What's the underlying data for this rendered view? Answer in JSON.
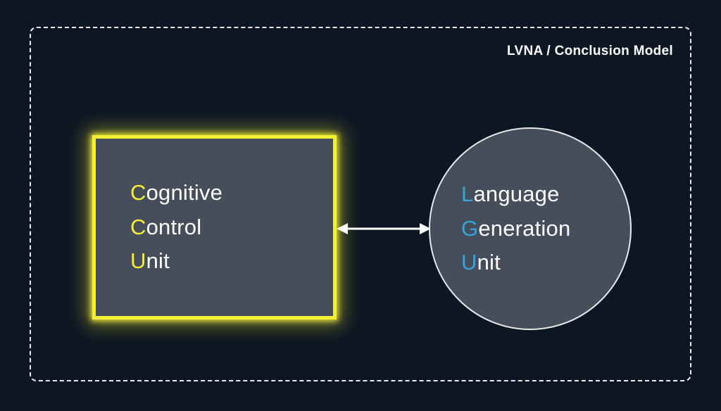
{
  "title": "LVNA / Conclusion Model",
  "nodes": {
    "ccu": {
      "lines": [
        {
          "initial": "C",
          "rest": "ognitive"
        },
        {
          "initial": "C",
          "rest": "ontrol"
        },
        {
          "initial": "U",
          "rest": "nit"
        }
      ]
    },
    "lgu": {
      "lines": [
        {
          "initial": "L",
          "rest": "anguage"
        },
        {
          "initial": "G",
          "rest": "eneration"
        },
        {
          "initial": "U",
          "rest": "nit"
        }
      ]
    }
  },
  "connector": {
    "type": "bidirectional-arrow"
  },
  "colors": {
    "background": "#0d1623",
    "node_fill": "#464d5b",
    "ccu_accent": "#f3ef35",
    "lgu_accent": "#35a3d8",
    "frame_border": "#ffffff",
    "text": "#ffffff"
  }
}
